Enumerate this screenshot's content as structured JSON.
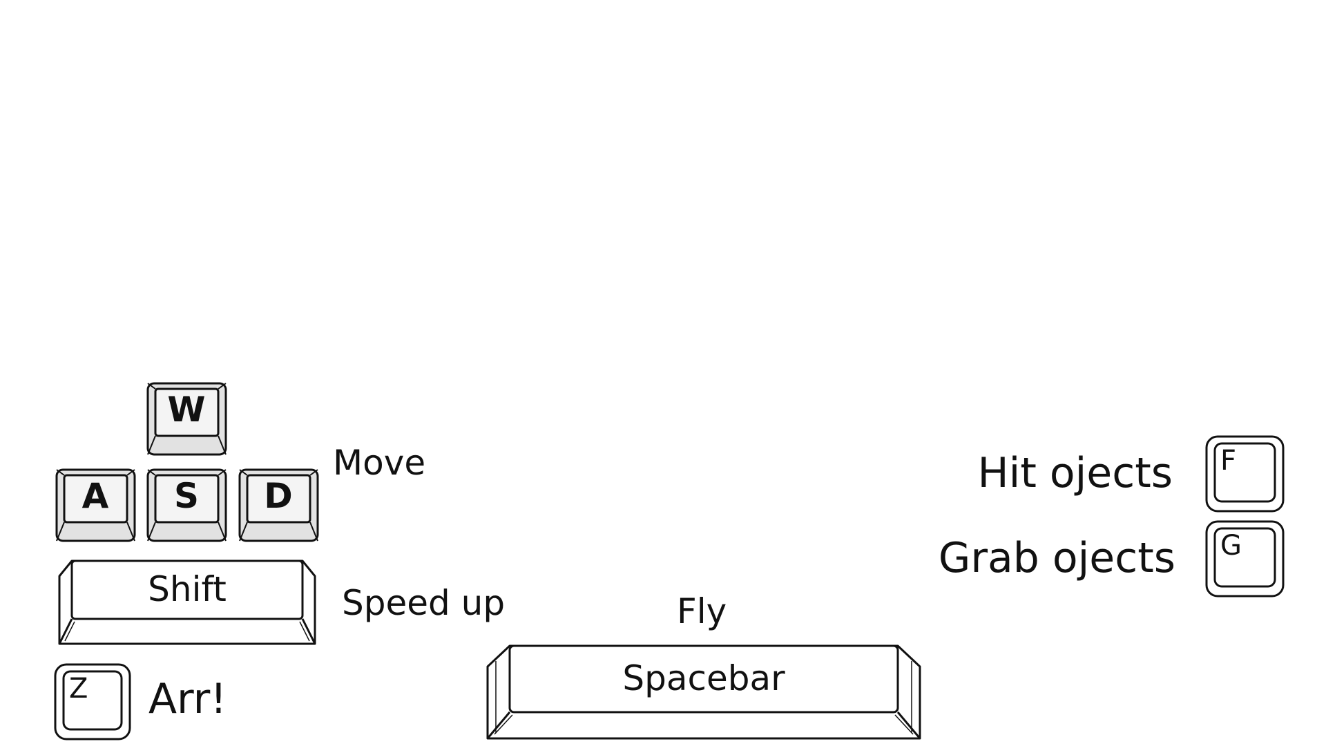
{
  "colors": {
    "background": "#ffffff",
    "outline": "#111111",
    "cap_shade": "#e2e2e2",
    "cap_face": "#f4f4f4"
  },
  "keys": {
    "w": "W",
    "a": "A",
    "s": "S",
    "d": "D",
    "shift": "Shift",
    "z": "Z",
    "space": "Spacebar",
    "f": "F",
    "g": "G"
  },
  "labels": {
    "move": "Move",
    "speed_up": "Speed up",
    "arr": "Arr!",
    "fly": "Fly",
    "hit": "Hit ojects",
    "grab": "Grab ojects"
  }
}
